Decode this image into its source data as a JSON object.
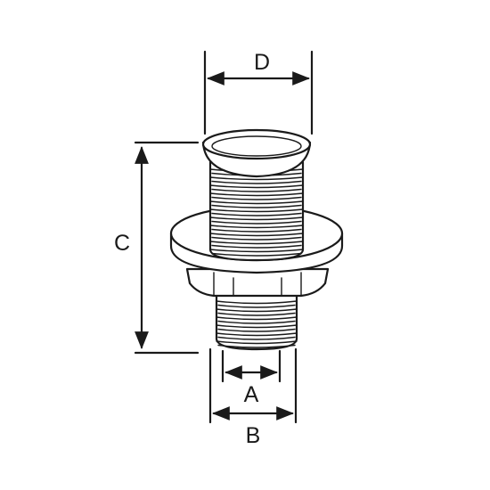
{
  "diagram": {
    "labels": {
      "a": "A",
      "b": "B",
      "c": "C",
      "d": "D"
    },
    "colors": {
      "ink": "#1a1a1a",
      "background": "#ffffff"
    }
  }
}
